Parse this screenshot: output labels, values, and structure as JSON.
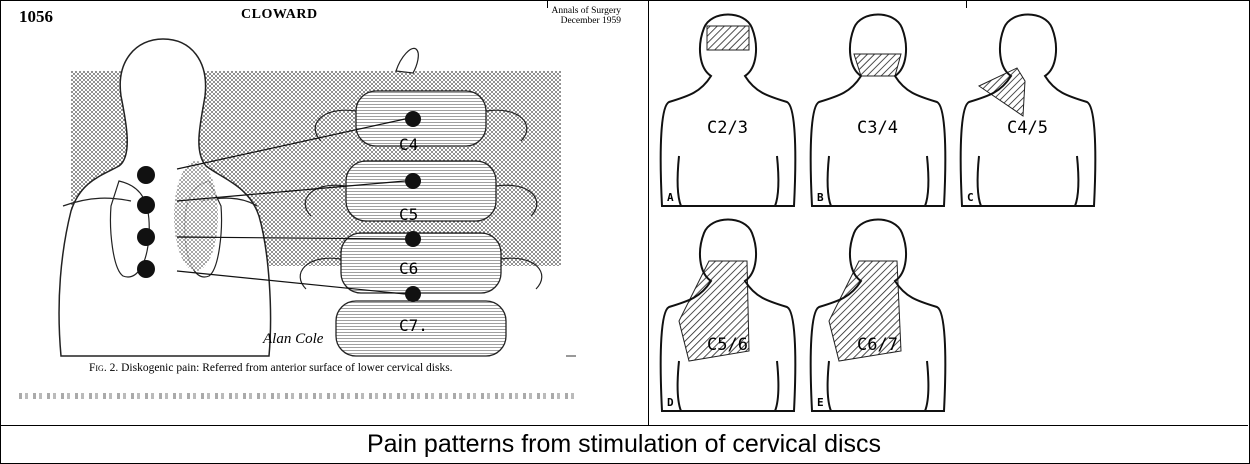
{
  "left_figure": {
    "page_number": "1056",
    "running_head": "CLOWARD",
    "journal_line1": "Annals of Surgery",
    "journal_line2": "December 1959",
    "spine_labels": [
      "C4",
      "C5",
      "C6",
      "C7."
    ],
    "signature": "Alan Cole",
    "caption_prefix": "Fig. 2.",
    "caption_text": " Diskogenic pain: Referred from anterior surface of lower cervical disks."
  },
  "right_figure": {
    "panels": [
      {
        "letter": "A",
        "label": "C2/3"
      },
      {
        "letter": "B",
        "label": "C3/4"
      },
      {
        "letter": "C",
        "label": "C4/5"
      },
      {
        "letter": "D",
        "label": "C5/6"
      },
      {
        "letter": "E",
        "label": "C6/7"
      }
    ]
  },
  "caption": "Pain patterns from stimulation of cervical discs"
}
